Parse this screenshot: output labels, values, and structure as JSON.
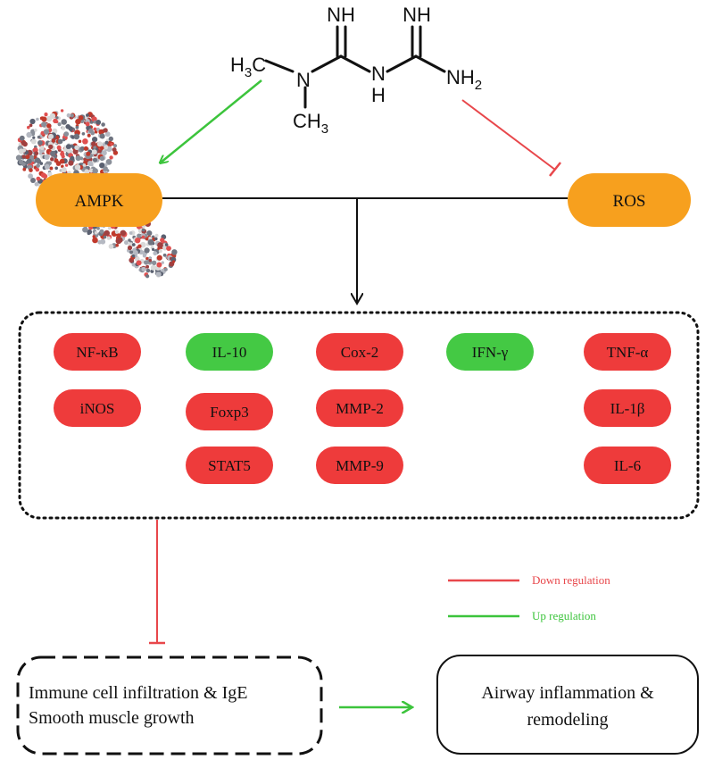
{
  "molecule": {
    "groups": {
      "nh_left": "NH",
      "nh_right": "NH",
      "h3c": "H",
      "h3c_sub": "3",
      "h3c_c": "C",
      "n_atom": "N",
      "nh_bridge_n": "N",
      "nh_bridge_h": "H",
      "nh2": "NH",
      "nh2_sub": "2",
      "ch3": "CH",
      "ch3_sub": "3"
    }
  },
  "nodes": {
    "ampk": "AMPK",
    "ros": "ROS"
  },
  "markers": {
    "down": [
      "NF-κB",
      "iNOS",
      "Foxp3",
      "STAT5",
      "Cox-2",
      "MMP-2",
      "MMP-9",
      "TNF-α",
      "IL-1β",
      "IL-6"
    ],
    "up": [
      "IL-10",
      "IFN-γ"
    ]
  },
  "legend": {
    "down": "Down regulation",
    "up": "Up regulation"
  },
  "outcomes": {
    "immune_line1": "Immune cell infiltration & IgE",
    "immune_line2": "Smooth muscle growth",
    "airway_line1": "Airway inflammation &",
    "airway_line2": "remodeling"
  },
  "colors": {
    "node_fill": "#F7A01E",
    "down_fill": "#EE3B3B",
    "up_fill": "#44C944",
    "inhibit_line": "#E8474B",
    "activate_line": "#3CC43C",
    "black": "#111111"
  }
}
